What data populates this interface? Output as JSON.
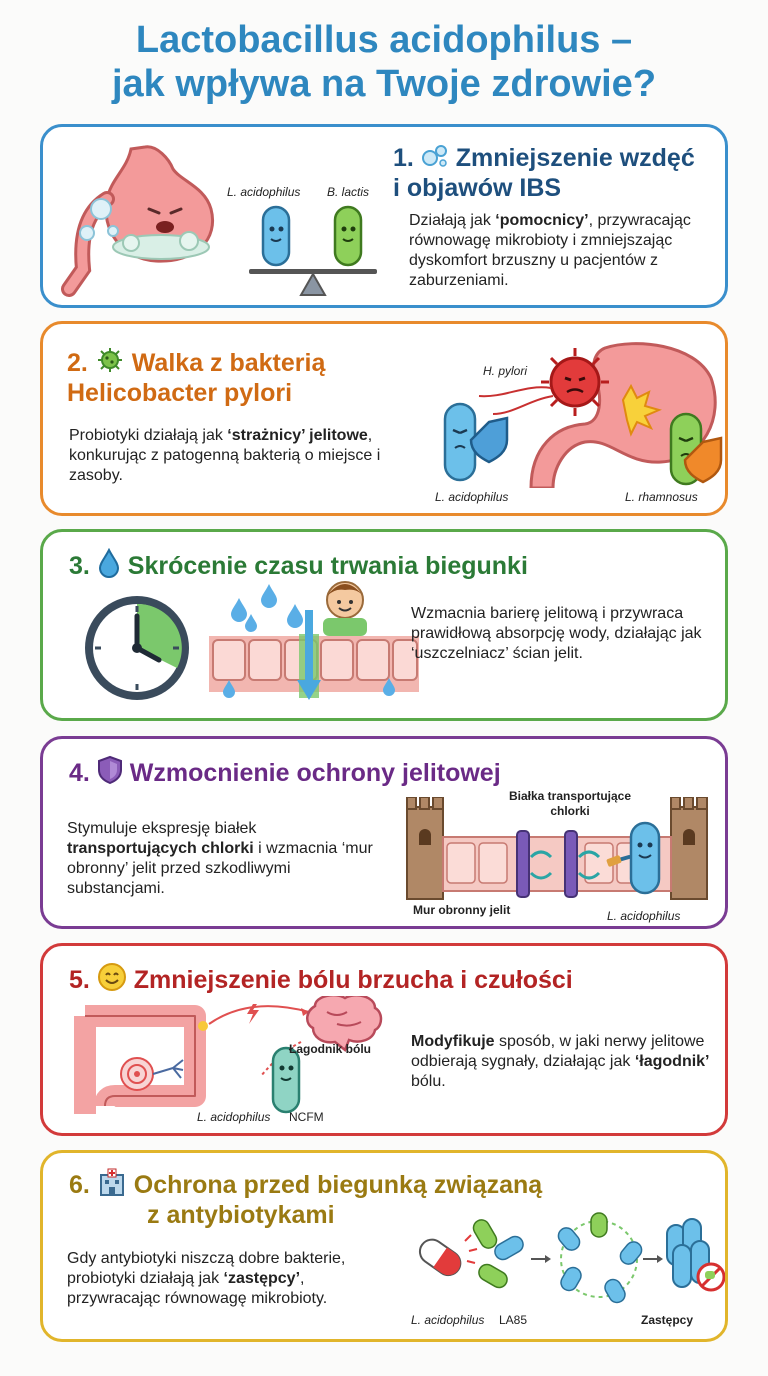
{
  "title": {
    "line1": "Lactobacillus acidophilus –",
    "line2": "jak wpływa na Twoje zdrowie?"
  },
  "colors": {
    "title": "#2e87bf",
    "card1": "#3a8fcc",
    "card2": "#e88a2c",
    "card3": "#5aa94a",
    "card4": "#7a3c93",
    "card5": "#d23a3a",
    "card6": "#e1b52b"
  },
  "cards": [
    {
      "number": "1.",
      "icon": "bubbles-icon",
      "title_line1": "Zmniejszenie wzdęć",
      "title_line2": "i objawów IBS",
      "text_pre": "Działają jak ",
      "text_bold": "‘pomocnicy’",
      "text_post": ", przywracając równowagę mikrobioty i zmniejszając dyskomfort brzuszny u pacjentów z zaburzeniami.",
      "labels": [
        "L. acidophilus",
        "B. lactis"
      ]
    },
    {
      "number": "2.",
      "icon": "bacterium-icon",
      "title_line1": "Walka z bakterią",
      "title_line2": "Helicobacter pylori",
      "text_pre": "Probiotyki działają jak ",
      "text_bold": "‘strażnicy’ jelitowe",
      "text_post": ", konkurując z patogenną bakterią o miejsce i zasoby.",
      "labels": [
        "H. pylori",
        "L. acidophilus",
        "L. rhamnosus"
      ]
    },
    {
      "number": "3.",
      "icon": "water-drop-icon",
      "title_line1": "Skrócenie czasu trwania biegunki",
      "text": "Wzmacnia barierę jelitową i przywraca prawidłową absorpcję wody, działając jak ‘uszczelniacz’ ścian jelit."
    },
    {
      "number": "4.",
      "icon": "shield-icon",
      "title_line1": "Wzmocnienie ochrony jelitowej",
      "text_pre": "Stymuluje ekspresję białek ",
      "text_bold": "transportujących chlorki",
      "text_post": " i wzmacnia ‘mur obronny’ jelit przed szkodliwymi substancjami.",
      "label_top_line1": "Białka transportujące",
      "label_top_line2": "chlorki",
      "labels": [
        "Mur obronny jelit",
        "L. acidophilus"
      ]
    },
    {
      "number": "5.",
      "icon": "smile-icon",
      "title_line1": "Zmniejszenie bólu brzucha i czułości",
      "text_bold": "Modyfikuje",
      "text_mid": " sposób, w jaki nerwy jelitowe odbierają sygnały, działając jak ",
      "text_bold2": "‘łagodnik’",
      "text_post": " bólu.",
      "labels": [
        "Łagodnik bólu",
        "L. acidophilus",
        "NCFM"
      ]
    },
    {
      "number": "6.",
      "icon": "hospital-icon",
      "title_line1": "Ochrona przed biegunką związaną",
      "title_line2": "z antybiotykami",
      "text_pre": "Gdy antybiotyki niszczą dobre bakterie, probiotyki działają jak ",
      "text_bold": "‘zastępcy’",
      "text_post": ", przywracając równowagę mikrobioty.",
      "labels": [
        "L. acidophilus",
        "LA85",
        "Zastępcy"
      ]
    }
  ]
}
